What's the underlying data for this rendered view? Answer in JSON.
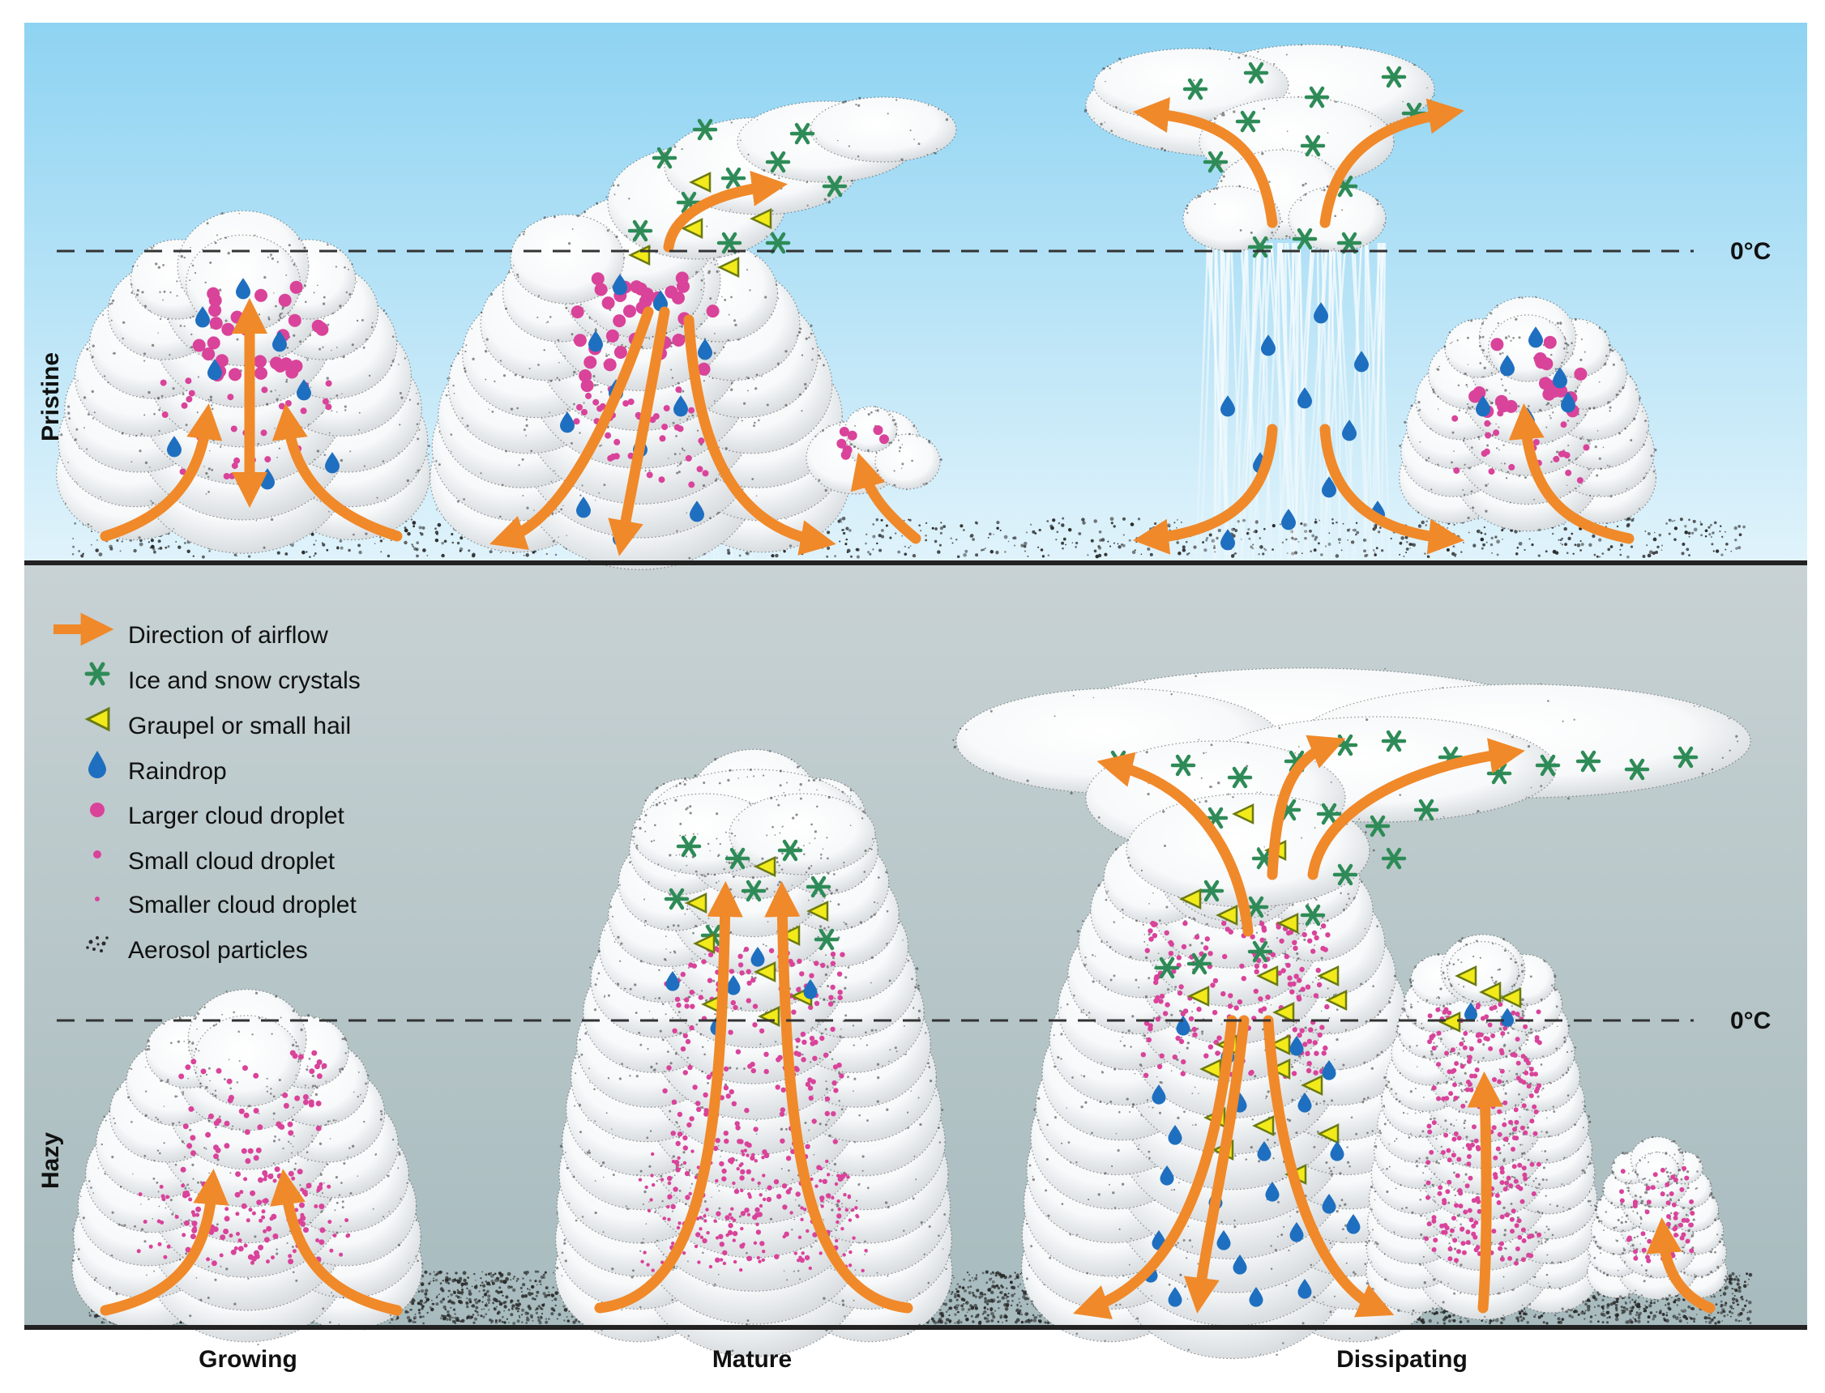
{
  "panels": {
    "top_label": "Pristine",
    "bottom_label": "Hazy",
    "freezing_label": "0°C"
  },
  "stages": [
    "Growing",
    "Mature",
    "Dissipating"
  ],
  "legend": [
    {
      "icon": "airflow-arrow-icon",
      "label": "Direction of airflow"
    },
    {
      "icon": "ice-crystal-icon",
      "label": "Ice and snow crystals"
    },
    {
      "icon": "graupel-icon",
      "label": "Graupel or small hail"
    },
    {
      "icon": "raindrop-icon",
      "label": "Raindrop"
    },
    {
      "icon": "large-droplet-icon",
      "label": "Larger cloud droplet"
    },
    {
      "icon": "small-droplet-icon",
      "label": "Small cloud droplet"
    },
    {
      "icon": "smaller-droplet-icon",
      "label": "Smaller cloud droplet"
    },
    {
      "icon": "aerosol-icon",
      "label": "Aerosol particles"
    }
  ],
  "colors": {
    "sky_top": "#8ed3f2",
    "sky_bottom": "#dff3fb",
    "haze_top": "#c4cfd1",
    "haze_bottom": "#a6babd",
    "airflow": "#f0892a",
    "ice": "#2e8b57",
    "graupel_fill": "#f2ea1a",
    "graupel_stroke": "#6b7a12",
    "raindrop": "#1f6fc0",
    "droplet": "#d9439a",
    "aerosol": "#2b2b2b",
    "cloud": "#ffffff"
  }
}
